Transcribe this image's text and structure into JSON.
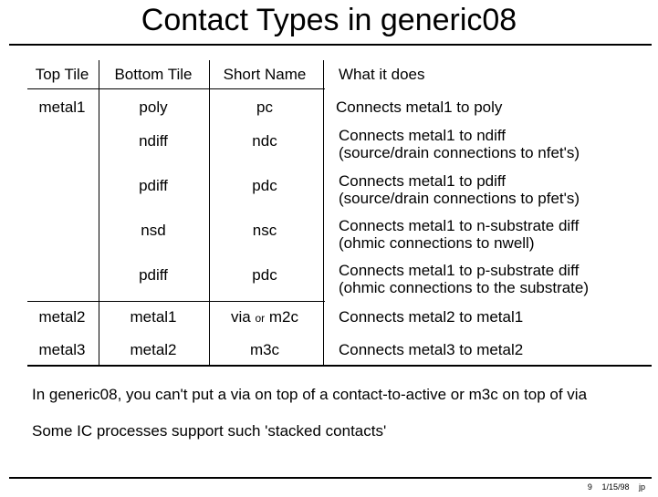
{
  "title": "Contact Types in generic08",
  "table": {
    "headers": [
      "Top Tile",
      "Bottom Tile",
      "Short Name",
      "What it does"
    ],
    "rows": [
      {
        "top": "metal1",
        "bottom": "poly",
        "short": "pc",
        "desc": [
          "Connects metal1 to poly"
        ]
      },
      {
        "top": "",
        "bottom": "ndiff",
        "short": "ndc",
        "desc": [
          "Connects metal1 to ndiff",
          "(source/drain connections to nfet's)"
        ]
      },
      {
        "top": "",
        "bottom": "pdiff",
        "short": "pdc",
        "desc": [
          "Connects metal1 to pdiff",
          "(source/drain connections to pfet's)"
        ]
      },
      {
        "top": "",
        "bottom": "nsd",
        "short": "nsc",
        "desc": [
          "Connects metal1 to n-substrate diff",
          "(ohmic connections to nwell)"
        ]
      },
      {
        "top": "",
        "bottom": "pdiff",
        "short": "pdc",
        "desc": [
          "Connects metal1 to p-substrate diff",
          "(ohmic connections to the substrate)"
        ]
      },
      {
        "top": "metal2",
        "bottom": "metal1",
        "short_parts": [
          "via",
          "or",
          "m2c"
        ],
        "desc": [
          "Connects metal2 to metal1"
        ]
      },
      {
        "top": "metal3",
        "bottom": "metal2",
        "short": "m3c",
        "desc": [
          "Connects metal3 to metal2"
        ]
      }
    ]
  },
  "notes": [
    "In generic08, you can't put a via on top of a contact-to-active or m3c on top of via",
    "Some IC processes support such 'stacked contacts'"
  ],
  "footer": {
    "page": "9",
    "date": "1/15/98",
    "initials": "jp"
  }
}
